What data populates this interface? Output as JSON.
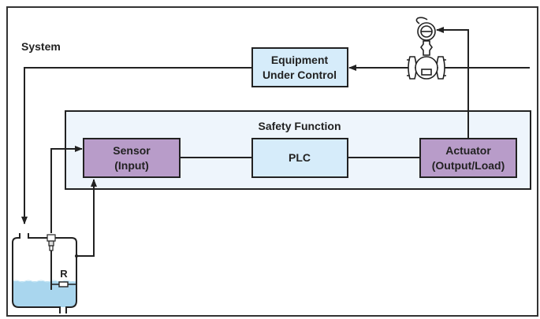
{
  "colors": {
    "line": "#222222",
    "blue_box": "#d6ecfa",
    "purple_box": "#b89cc9",
    "safety_bg": "#eef5fc",
    "water": "#a9d6ee",
    "background": "#ffffff"
  },
  "system": {
    "label": "System"
  },
  "equipment": {
    "line1": "Equipment",
    "line2": "Under Control"
  },
  "safety_function": {
    "title": "Safety Function"
  },
  "sensor": {
    "line1": "Sensor",
    "line2": "(Input)"
  },
  "plc": {
    "label": "PLC"
  },
  "actuator": {
    "line1": "Actuator",
    "line2": "(Output/Load)"
  },
  "tank": {
    "resistor_label": "R"
  },
  "icons": {
    "flow_meter": "flow-meter-icon",
    "tank": "liquid-tank-icon",
    "level_probe": "level-probe-icon",
    "resistor": "resistor-icon"
  }
}
